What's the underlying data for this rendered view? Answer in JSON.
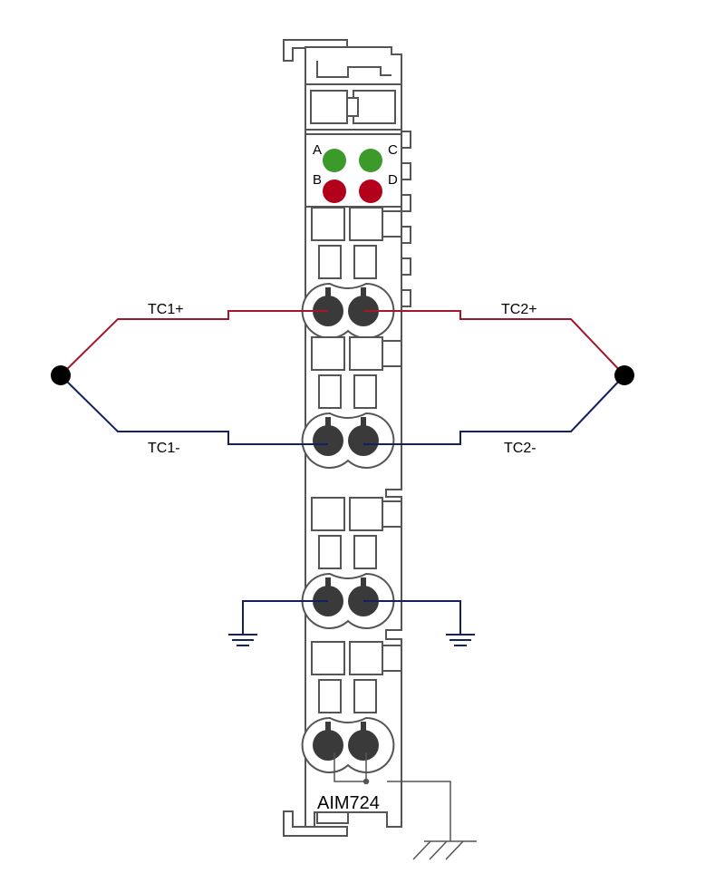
{
  "module": {
    "model": "AIM724"
  },
  "leds": [
    {
      "label": "A",
      "color": "#3c9a2a"
    },
    {
      "label": "C",
      "color": "#3c9a2a"
    },
    {
      "label": "B",
      "color": "#b3001b"
    },
    {
      "label": "D",
      "color": "#b3001b"
    }
  ],
  "wires": {
    "tc1_plus": "TC1+",
    "tc1_minus": "TC1-",
    "tc2_plus": "TC2+",
    "tc2_minus": "TC2-"
  },
  "colors": {
    "positive_wire": "#a3172a",
    "negative_wire": "#152062",
    "module_outline": "#555555",
    "terminal": "#3a3a3a"
  }
}
